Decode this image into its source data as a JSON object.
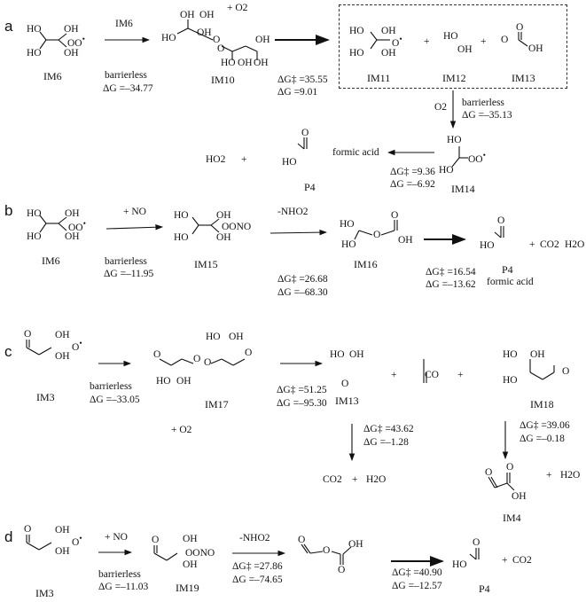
{
  "panels": {
    "a": "a",
    "b": "b",
    "c": "c",
    "d": "d"
  },
  "atoms": {
    "HO": "HO",
    "OH": "OH",
    "O": "O",
    "OO": "OO",
    "OONO": "OONO",
    "HO2": "HO2"
  },
  "ops": {
    "plus": "+"
  },
  "a": {
    "over1": "IM6",
    "cond1": "barrierless",
    "dg1": "ΔG =–34.77",
    "plus_o2": "+ O2",
    "dgts2": "ΔG‡ =35.55",
    "dg2": "ΔG =9.01",
    "o2": "O2",
    "cond3": "barrierless",
    "dg3": "ΔG =–35.13",
    "dgts4": "ΔG‡ =9.36",
    "dg4": "ΔG =–6.92",
    "labels": {
      "im6": "IM6",
      "im10": "IM10",
      "im11": "IM11",
      "im12": "IM12",
      "im13": "IM13",
      "im14": "IM14",
      "p4": "P4"
    },
    "formic": "formic acid",
    "ho2": "HO2"
  },
  "b": {
    "over1": "+ NO",
    "cond1": "barrierless",
    "dg1": "ΔG =–11.95",
    "over2": "-NHO2",
    "dgts2": "ΔG‡ =26.68",
    "dg2": "ΔG =–68.30",
    "dgts3": "ΔG‡ =16.54",
    "dg3": "ΔG =–13.62",
    "labels": {
      "im6": "IM6",
      "im15": "IM15",
      "im16": "IM16",
      "p4": "P4"
    },
    "formic": "formic acid",
    "co2": "CO2",
    "h2o": "H2O"
  },
  "c": {
    "cond1": "barrierless",
    "dg1": "ΔG =–33.05",
    "plus_o2": "+ O2",
    "dgts2": "ΔG‡ =51.25",
    "dg2": "ΔG =–95.30",
    "dgts3": "ΔG‡ =43.62",
    "dg3": "ΔG =–1.28",
    "dgts4": "ΔG‡ =39.06",
    "dg4": "ΔG =–0.18",
    "labels": {
      "im3": "IM3",
      "im17": "IM17",
      "im13": "IM13",
      "im18": "IM18",
      "im4": "IM4"
    },
    "co": "CO",
    "co2": "CO2",
    "h2o": "H2O"
  },
  "d": {
    "over1": "+ NO",
    "cond1": "barrierless",
    "dg1": "ΔG =–11.03",
    "over2": "-NHO2",
    "dgts2": "ΔG‡ =27.86",
    "dg2": "ΔG =–74.65",
    "dgts3": "ΔG‡ =40.90",
    "dg3": "ΔG =–12.57",
    "labels": {
      "im3": "IM3",
      "im19": "IM19",
      "p4": "P4"
    },
    "co2": "CO2"
  }
}
